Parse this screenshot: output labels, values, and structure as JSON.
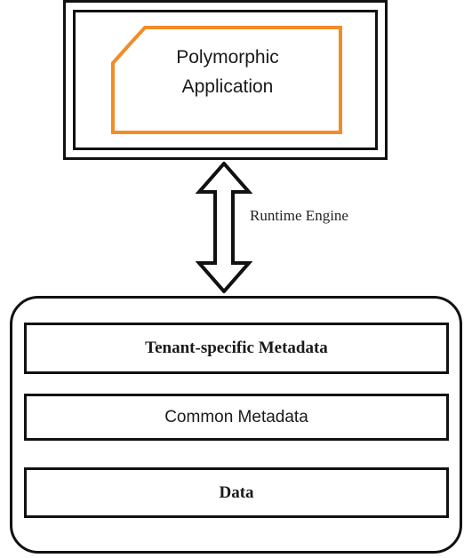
{
  "application": {
    "label": "Polymorphic\nApplication",
    "accent_color": "#f28c28"
  },
  "connector": {
    "label": "Runtime Engine"
  },
  "storage": {
    "layers": [
      {
        "label": "Tenant-specific Metadata"
      },
      {
        "label": "Common Metadata"
      },
      {
        "label": "Data"
      }
    ]
  }
}
